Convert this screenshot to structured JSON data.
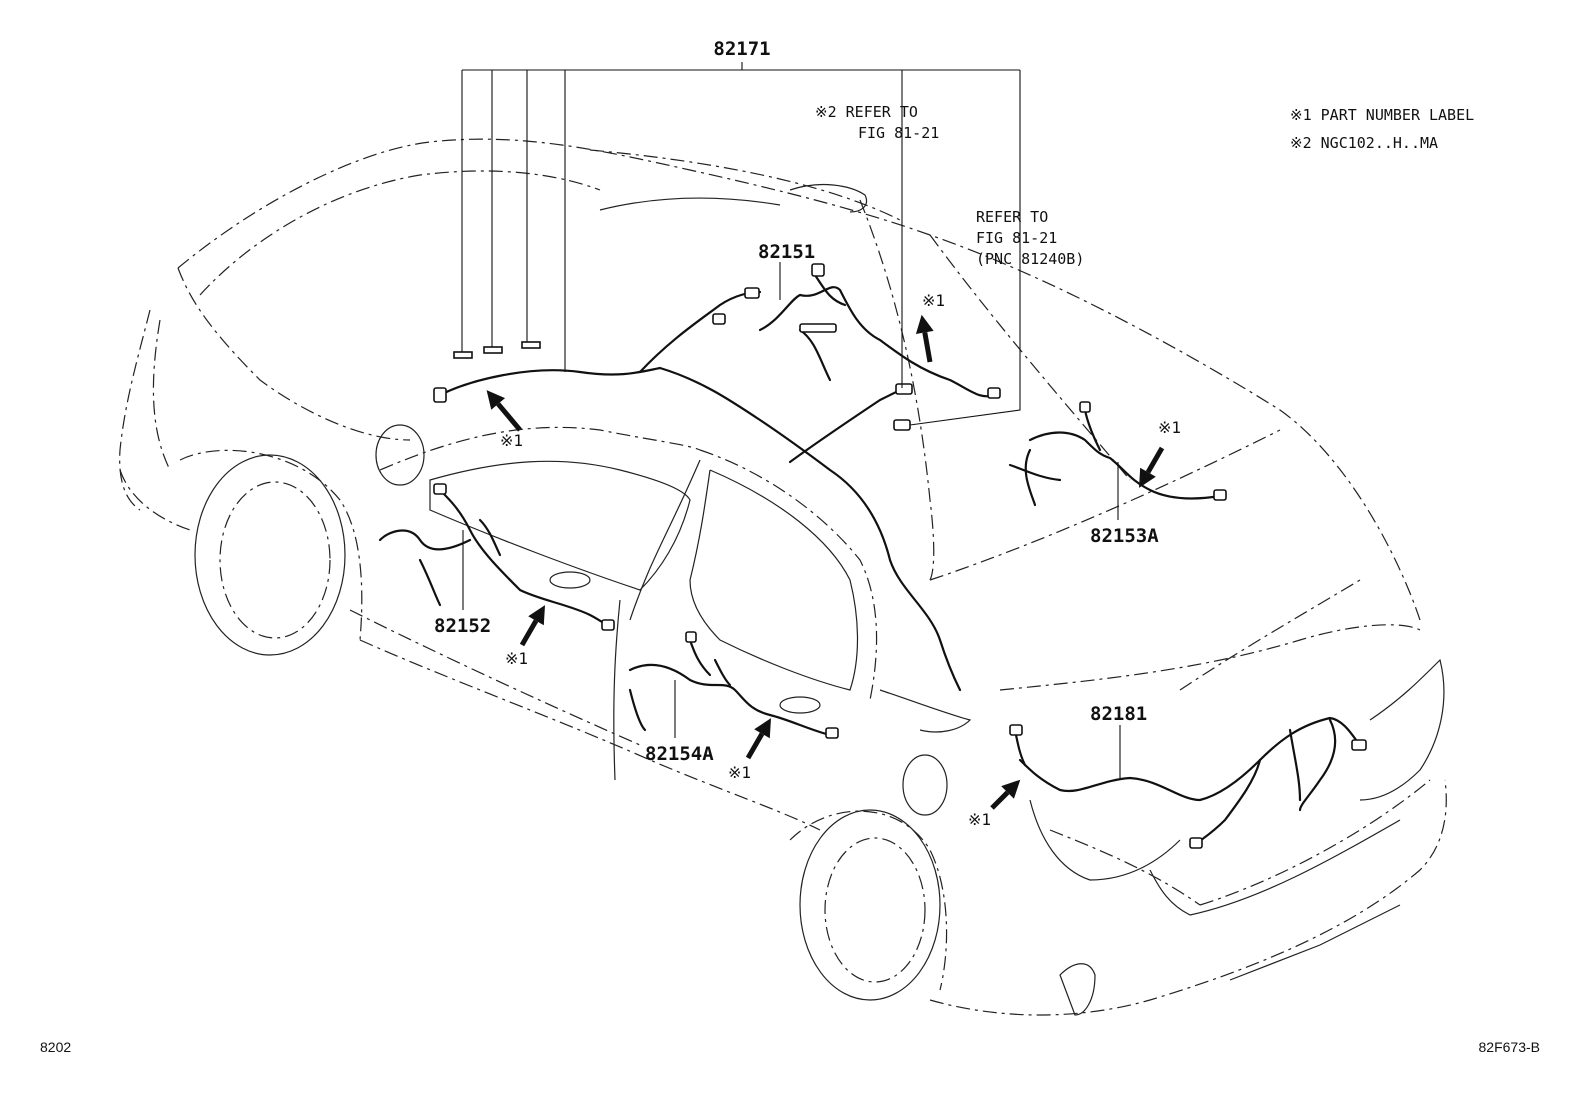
{
  "parts": {
    "p82171": "82171",
    "p82151": "82151",
    "p82152": "82152",
    "p82153a": "82153A",
    "p82154a": "82154A",
    "p82181": "82181"
  },
  "refs": {
    "ref2_line1": "※2  REFER TO",
    "ref2_line2": "FIG 81-21",
    "ref_line1": "REFER TO",
    "ref_line2": "FIG 81-21",
    "ref_line3": "(PNC 81240B)"
  },
  "legend": {
    "item1": "※1 PART NUMBER LABEL",
    "item2": "※2 NGC102..H..MA"
  },
  "mark1": "※1",
  "footer": {
    "left": "8202",
    "right": "82F673-B"
  }
}
